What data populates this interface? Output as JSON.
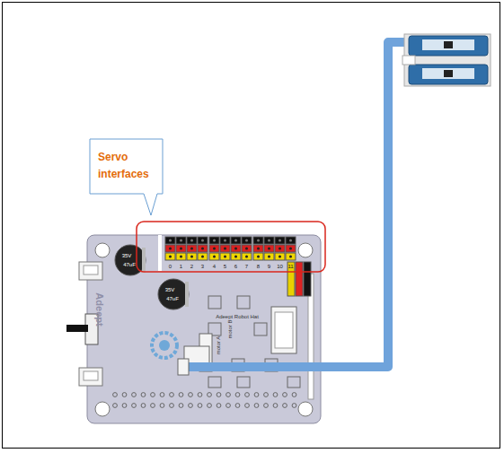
{
  "diagram": {
    "nodes": [
      {
        "text": [
          "Servo interfaces"
        ]
      }
    ],
    "labels": [
      "Adeept",
      "Adeept Robot Hat",
      "motor A",
      "motor B",
      "35V",
      "47uF",
      "35V",
      "47uF",
      "0",
      "1",
      "2",
      "3",
      "4",
      "5",
      "6",
      "7",
      "8",
      "9",
      "10",
      "11"
    ]
  }
}
